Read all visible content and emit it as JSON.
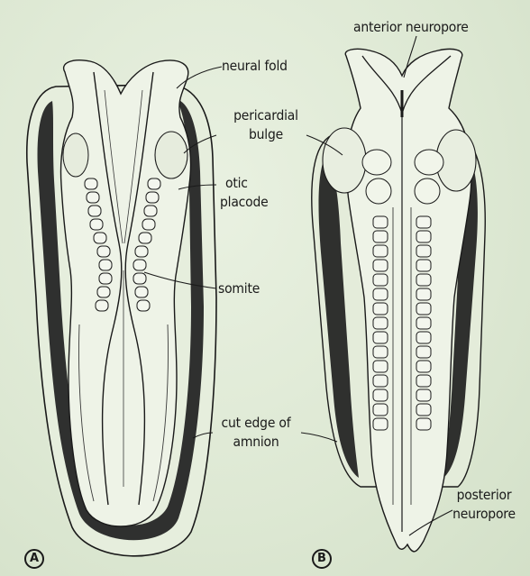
{
  "labels": {
    "neural_fold": "neural fold",
    "pericardial_bulge_1": "pericardial",
    "pericardial_bulge_2": "bulge",
    "otic_placode_1": "otic",
    "otic_placode_2": "placode",
    "somite": "somite",
    "cut_edge_1": "cut edge of",
    "cut_edge_2": "amnion",
    "anterior_neuropore": "anterior neuropore",
    "posterior_neuropore_1": "posterior",
    "posterior_neuropore_2": "neuropore"
  },
  "panels": {
    "a": "A",
    "b": "B"
  },
  "colors": {
    "background": "#dfe9d6",
    "ink": "#1a1a1a",
    "embryo_fill": "#edf2e6",
    "amnion_shadow": "#2a2a2a"
  }
}
